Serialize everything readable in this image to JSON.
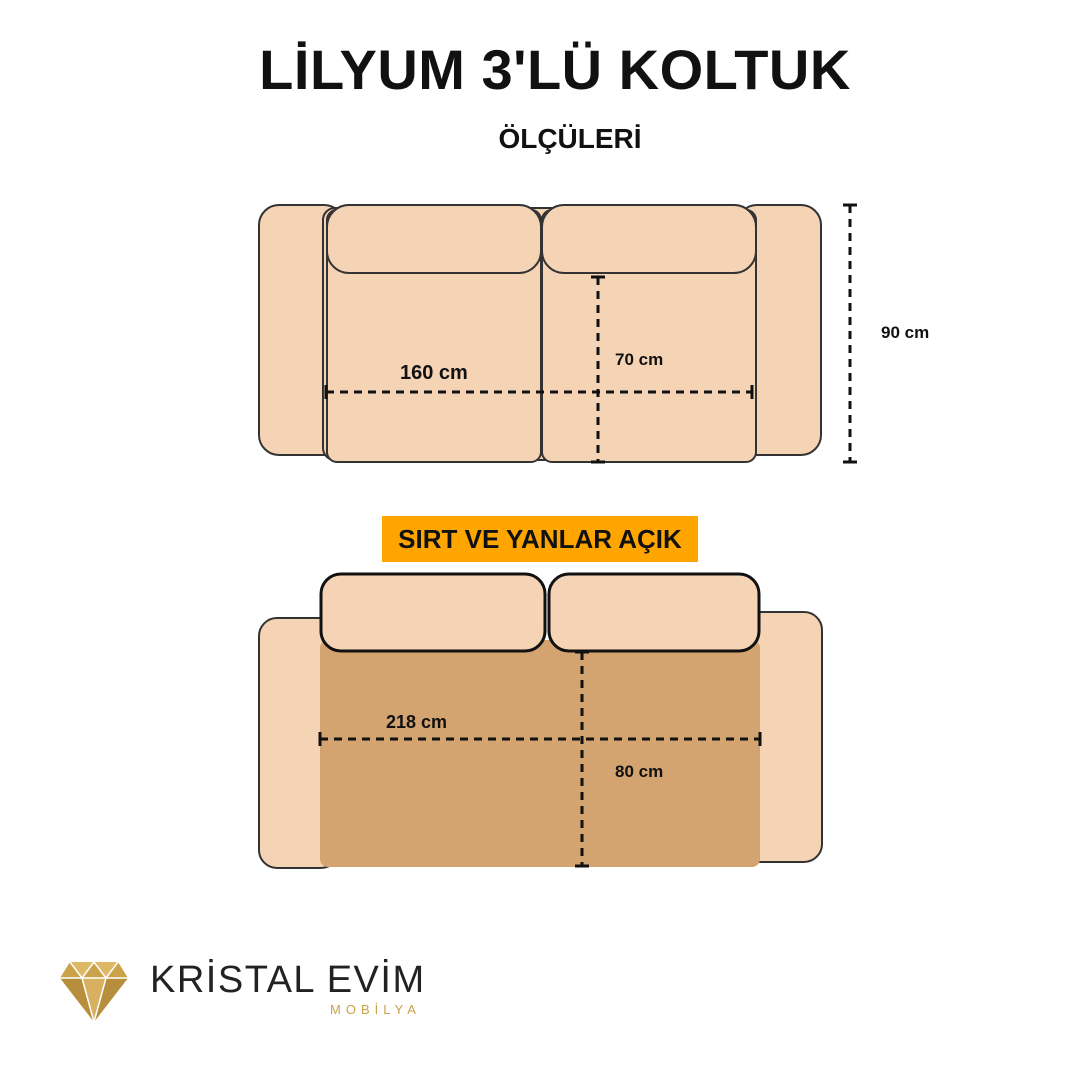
{
  "header": {
    "title": "LİLYUM 3'LÜ KOLTUK",
    "subtitle": "ÖLÇÜLERİ"
  },
  "top_view": {
    "seat_width_label": "160 cm",
    "seat_depth_label": "70 cm",
    "total_depth_label": "90 cm"
  },
  "open_view": {
    "badge": "SIRT VE YANLAR AÇIK",
    "width_label": "218 cm",
    "depth_label": "80 cm"
  },
  "brand": {
    "name": "KRİSTAL EVİM",
    "sub": "MOBİLYA"
  },
  "colors": {
    "cushion": "#f5d3b5",
    "bed": "#d3a370",
    "outline": "#333333",
    "badge": "#ffa500",
    "logo_gold": "#c9a24a"
  }
}
